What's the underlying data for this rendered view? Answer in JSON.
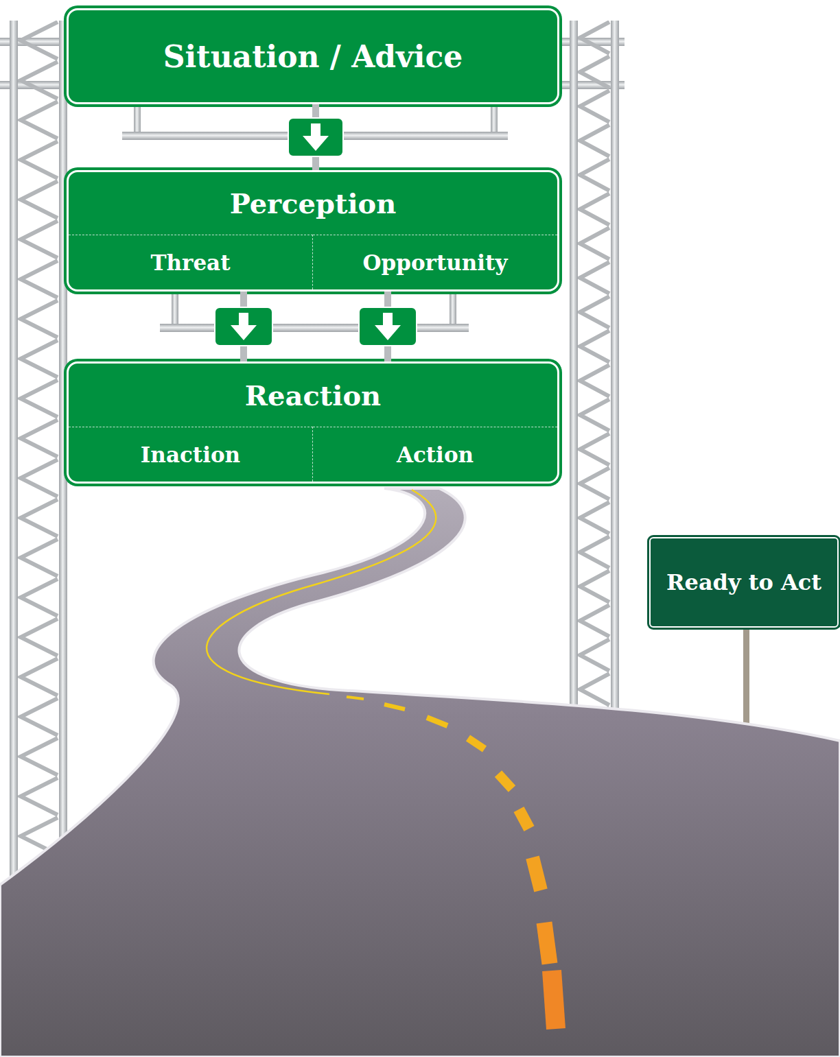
{
  "diagram": {
    "nodes": [
      {
        "text": [
          "Situation / Advice"
        ]
      },
      {
        "text": [
          "Perception"
        ]
      },
      {
        "text": [
          "Threat"
        ],
        "in": 1
      },
      {
        "text": [
          "Opportunity"
        ],
        "in": 1
      },
      {
        "text": [
          "Reaction"
        ]
      },
      {
        "text": [
          "Inaction"
        ],
        "in": 4
      },
      {
        "text": [
          "Action"
        ],
        "in": 4
      },
      {
        "text": [
          "Ready to Act"
        ]
      }
    ],
    "edges": [
      {
        "from": 0,
        "to": 1,
        "arrow": "to"
      },
      {
        "from": 1,
        "to": 4,
        "arrow": "to"
      },
      {
        "from": 1,
        "to": 4,
        "arrow": "to"
      }
    ]
  }
}
